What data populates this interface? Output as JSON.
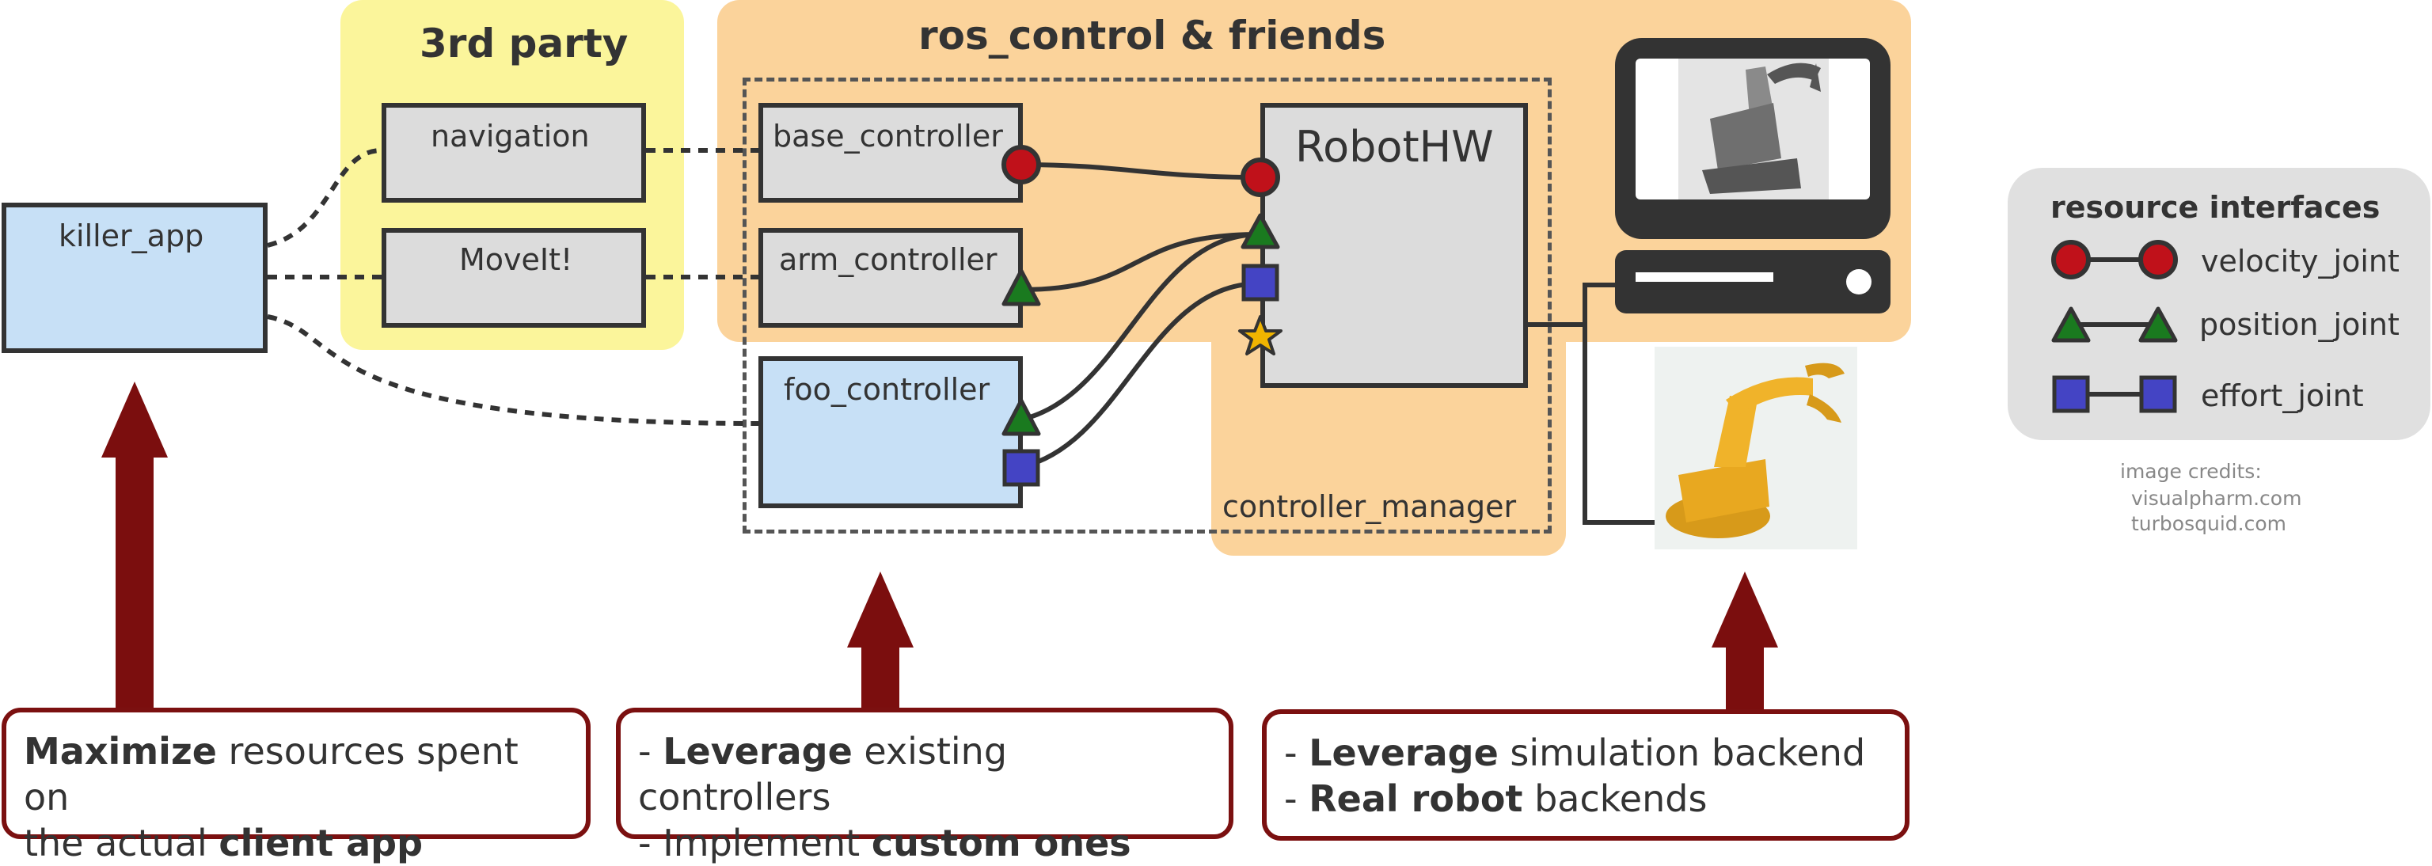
{
  "panels": {
    "third_party": "3rd party",
    "ros_control": "ros_control & friends",
    "controller_manager": "controller_manager"
  },
  "nodes": {
    "killer_app": "killer_app",
    "navigation": "navigation",
    "moveit": "MoveIt!",
    "base_controller": "base_controller",
    "arm_controller": "arm_controller",
    "foo_controller": "foo_controller",
    "robot_hw": "RobotHW"
  },
  "resource_interfaces": {
    "title": "resource interfaces",
    "items": [
      {
        "label": "velocity_joint",
        "shape": "circle",
        "color": "#c0111a"
      },
      {
        "label": "position_joint",
        "shape": "triangle",
        "color": "#1a7a1f"
      },
      {
        "label": "effort_joint",
        "shape": "square",
        "color": "#4444c4"
      }
    ]
  },
  "credits": {
    "title": "image credits:",
    "lines": [
      "visualpharm.com",
      "turbosquid.com"
    ]
  },
  "callouts": {
    "left": {
      "b1": "Maximize",
      "t1": " resources spent on",
      "t2": "the actual ",
      "b2": "client app"
    },
    "middle": {
      "p1": "- ",
      "b1": "Leverage",
      "t1": " existing controllers",
      "p2": "- Implement ",
      "b2": "custom ones"
    },
    "right": {
      "p1": "- ",
      "b1": "Leverage",
      "t1": " simulation backend",
      "p2": "- ",
      "b2": "Real robot",
      "t2": " backends"
    }
  },
  "colors": {
    "third_party_bg": "#fbf59b",
    "ros_control_bg": "#fbd39b",
    "resource_bg": "#e0e0e0",
    "arrow": "#7b0e0e",
    "velocity": "#c0111a",
    "position": "#1a7a1f",
    "effort": "#4444c4",
    "star": "#f0b400"
  },
  "icons": [
    "monitor-icon",
    "computer-case-icon",
    "robot-arm-grey-image",
    "robot-arm-orange-image",
    "star-icon"
  ]
}
